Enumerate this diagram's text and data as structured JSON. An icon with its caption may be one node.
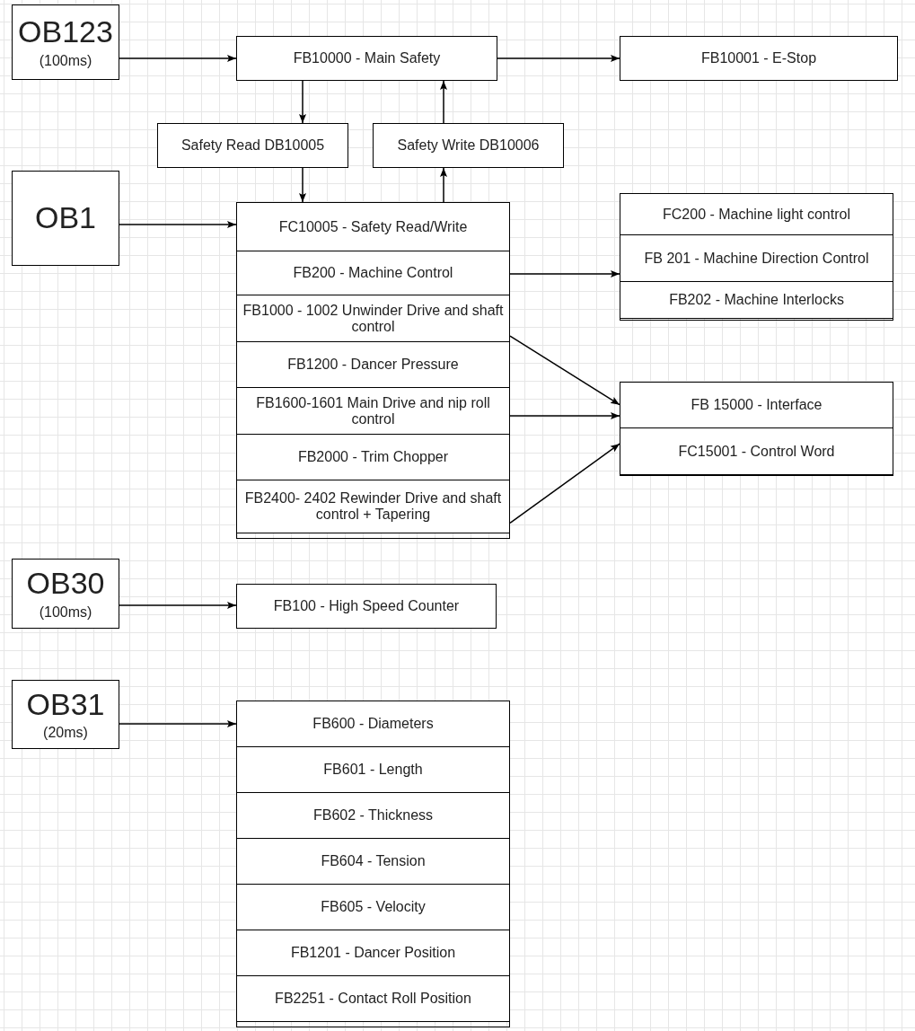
{
  "diagram": {
    "nodes": [
      {
        "text": [
          "OB123",
          "(100ms)"
        ]
      },
      {
        "text": [
          "FB10000 - Main Safety"
        ]
      },
      {
        "text": [
          "FB10001 - E-Stop"
        ]
      },
      {
        "text": [
          "Safety Read DB10005"
        ]
      },
      {
        "text": [
          "Safety Write DB10006"
        ]
      },
      {
        "text": [
          "OB1"
        ]
      },
      {
        "text": [],
        "shape": "box"
      },
      {
        "text": [
          "FC10005 - Safety Read/Write"
        ],
        "in": 6
      },
      {
        "text": [
          "FB200 - Machine Control"
        ],
        "in": 6
      },
      {
        "text": [
          "FB1000 - 1002 Unwinder Drive and shaft control"
        ],
        "in": 6
      },
      {
        "text": [
          "FB1200 - Dancer Pressure"
        ],
        "in": 6
      },
      {
        "text": [
          "FB1600-1601 Main Drive and nip roll control"
        ],
        "in": 6
      },
      {
        "text": [
          "FB2000 - Trim Chopper"
        ],
        "in": 6
      },
      {
        "text": [
          "FB2400- 2402 Rewinder Drive and shaft control + Tapering"
        ],
        "in": 6
      },
      {
        "text": [],
        "shape": "box"
      },
      {
        "text": [
          "FC200 - Machine light control"
        ],
        "in": 14
      },
      {
        "text": [
          "FB 201 - Machine Direction Control"
        ],
        "in": 14
      },
      {
        "text": [
          "FB202 - Machine Interlocks"
        ],
        "in": 14
      },
      {
        "text": [],
        "shape": "box"
      },
      {
        "text": [
          "FB 15000 - Interface"
        ],
        "in": 18
      },
      {
        "text": [
          "FC15001 - Control Word"
        ],
        "in": 18
      },
      {
        "text": [
          "OB30",
          "(100ms)"
        ]
      },
      {
        "text": [
          "FB100 - High Speed Counter"
        ]
      },
      {
        "text": [
          "OB31",
          "(20ms)"
        ]
      },
      {
        "text": [],
        "shape": "box"
      },
      {
        "text": [
          "FB600 - Diameters"
        ],
        "in": 24
      },
      {
        "text": [
          "FB601 - Length"
        ],
        "in": 24
      },
      {
        "text": [
          "FB602 - Thickness"
        ],
        "in": 24
      },
      {
        "text": [
          "FB604 - Tension"
        ],
        "in": 24
      },
      {
        "text": [
          "FB605 - Velocity"
        ],
        "in": 24
      },
      {
        "text": [
          "FB1201 - Dancer Position"
        ],
        "in": 24
      },
      {
        "text": [
          "FB2251 - Contact Roll Position"
        ],
        "in": 24
      }
    ],
    "edges": [
      {
        "from": 0,
        "to": 1,
        "arrow": "to"
      },
      {
        "from": 1,
        "to": 2,
        "arrow": "to"
      },
      {
        "from": 1,
        "to": 3,
        "arrow": "to"
      },
      {
        "from": 3,
        "to": 7,
        "arrow": "to"
      },
      {
        "from": 7,
        "to": 4,
        "arrow": "to"
      },
      {
        "from": 4,
        "to": 1,
        "arrow": "to"
      },
      {
        "from": 5,
        "to": 7,
        "arrow": "to"
      },
      {
        "from": 8,
        "to": 14,
        "arrow": "to"
      },
      {
        "from": 9,
        "to": 18,
        "arrow": "to"
      },
      {
        "from": 11,
        "to": 18,
        "arrow": "to"
      },
      {
        "from": 13,
        "to": 18,
        "arrow": "to"
      },
      {
        "from": 21,
        "to": 22,
        "arrow": "to"
      },
      {
        "from": 23,
        "to": 25,
        "arrow": "to"
      }
    ]
  }
}
